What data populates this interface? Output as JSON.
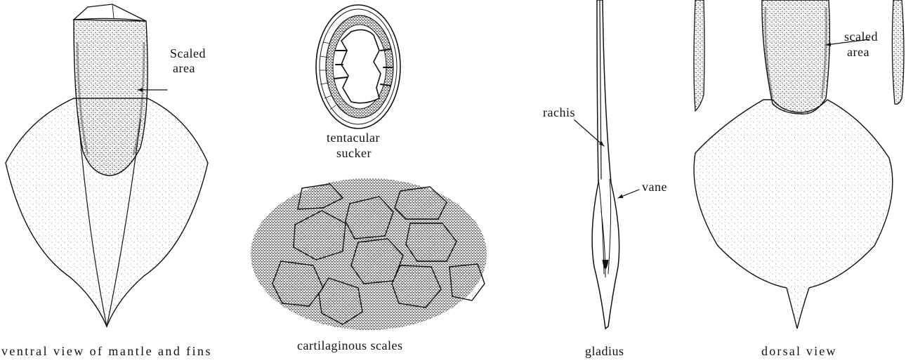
{
  "figure": {
    "ventral": {
      "caption": "ventral view of mantle and fins",
      "label_line1": "Scaled",
      "label_line2": "area"
    },
    "sucker": {
      "caption_line1": "tentacular",
      "caption_line2": "sucker"
    },
    "scales": {
      "caption": "cartilaginous scales"
    },
    "gladius": {
      "caption": "gladius",
      "label_rachis": "rachis",
      "label_vane": "vane"
    },
    "dorsal": {
      "caption": "dorsal view",
      "label_line1": "scaled",
      "label_line2": "area"
    }
  }
}
